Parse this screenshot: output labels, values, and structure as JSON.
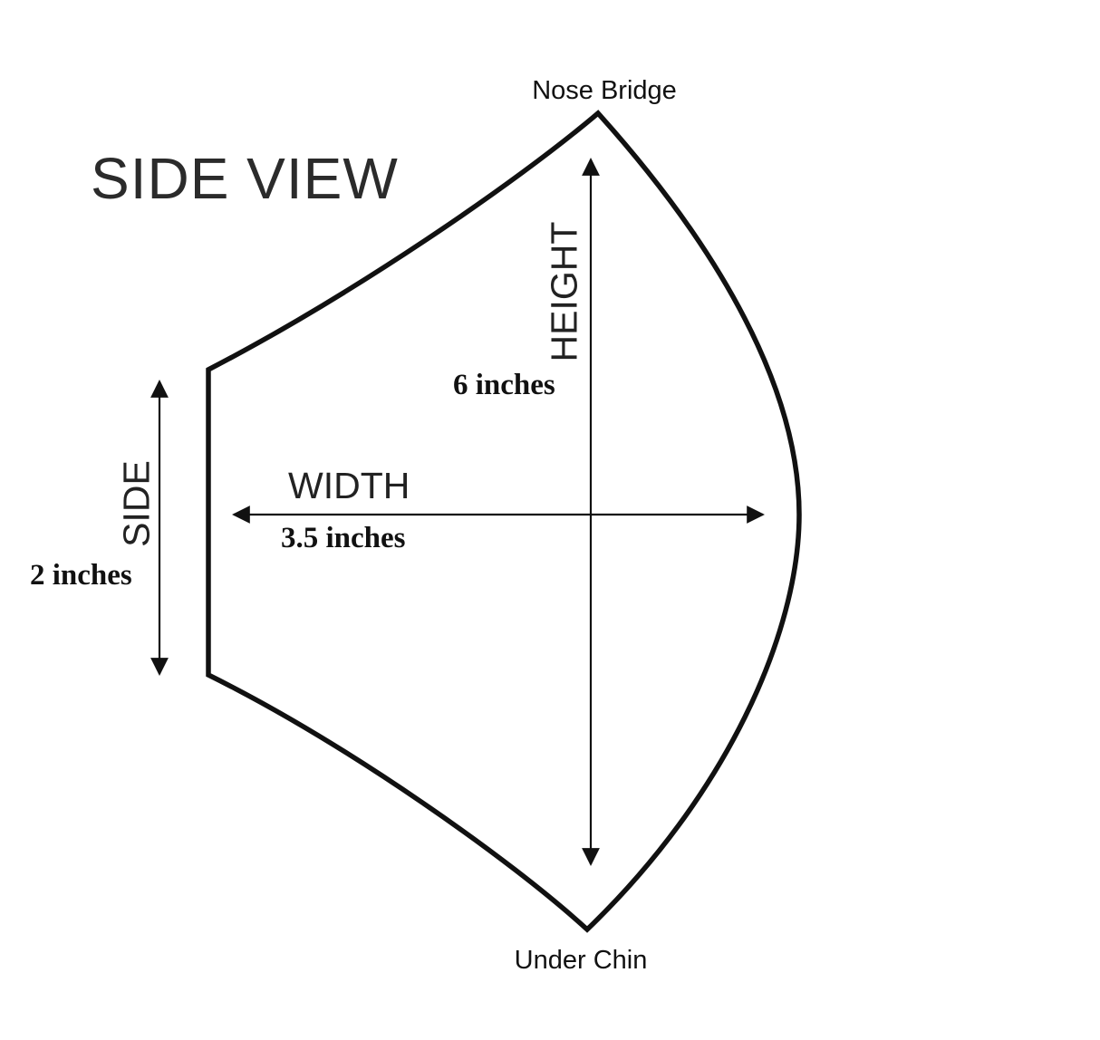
{
  "title": "SIDE VIEW",
  "labels": {
    "nose_bridge": "Nose Bridge",
    "under_chin": "Under Chin"
  },
  "dimensions": {
    "height": {
      "label": "HEIGHT",
      "value": "6 inches"
    },
    "width": {
      "label": "WIDTH",
      "value": "3.5 inches"
    },
    "side": {
      "label": "SIDE",
      "value": "2 inches"
    }
  },
  "icons": {
    "height_arrow": "double-headed-vertical-arrow",
    "width_arrow": "double-headed-horizontal-arrow",
    "side_arrow": "double-headed-vertical-arrow"
  },
  "colors": {
    "outline": "#111111",
    "text": "#2b2b2b",
    "background": "#ffffff"
  }
}
